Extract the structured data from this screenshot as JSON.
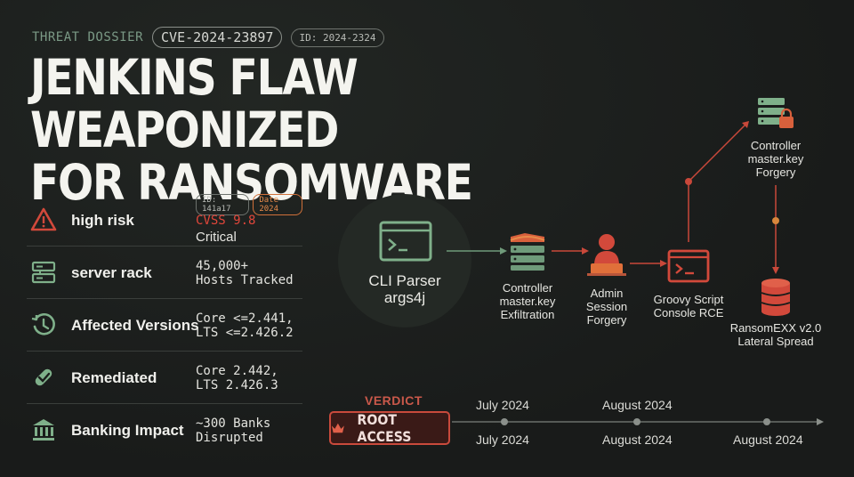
{
  "header": {
    "kicker": "THREAT DOSSIER",
    "cve": "CVE-2024-23897",
    "id": "ID: 2024-2324",
    "headline_line1": "JENKINS FLAW WEAPONIZED",
    "headline_line2": "FOR RANSOMWARE"
  },
  "stats": {
    "pill_id": "ID: 141a17",
    "pill_date": "Date 2024",
    "rows": [
      {
        "icon": "warning-icon",
        "label": "high risk",
        "value": "CVSS 9.8",
        "sub": "Critical"
      },
      {
        "icon": "server-rack-icon",
        "label": "server rack",
        "value": "45,000+\nHosts Tracked"
      },
      {
        "icon": "history-icon",
        "label": "Affected Versions",
        "value": "Core <=2.441,\nLTS <=2.426.2"
      },
      {
        "icon": "patch-icon",
        "label": "Remediated",
        "value": "Core 2.442,\nLTS 2.426.3"
      },
      {
        "icon": "bank-icon",
        "label": "Banking Impact",
        "value": "~300 Banks\nDisrupted"
      }
    ]
  },
  "diagram": {
    "cli": "CLI Parser\nargs4j",
    "exfil": "Controller\nmaster.key\nExfiltration",
    "admin": "Admin\nSession\nForgery",
    "groovy": "Groovy Script\nConsole RCE",
    "forgery": "Controller\nmaster.key\nForgery",
    "ransom": "RansomEXX v2.0\nLateral Spread"
  },
  "verdict": {
    "title": "VERDICT",
    "label": "ROOT ACCESS"
  },
  "timeline": {
    "top": [
      "July 2024",
      "August 2024"
    ],
    "bottom": [
      "July 2024",
      "August 2024",
      "August 2024"
    ]
  },
  "colors": {
    "accent_red": "#d2493b",
    "accent_green": "#7fb08a",
    "background": "#1a1d1b"
  }
}
